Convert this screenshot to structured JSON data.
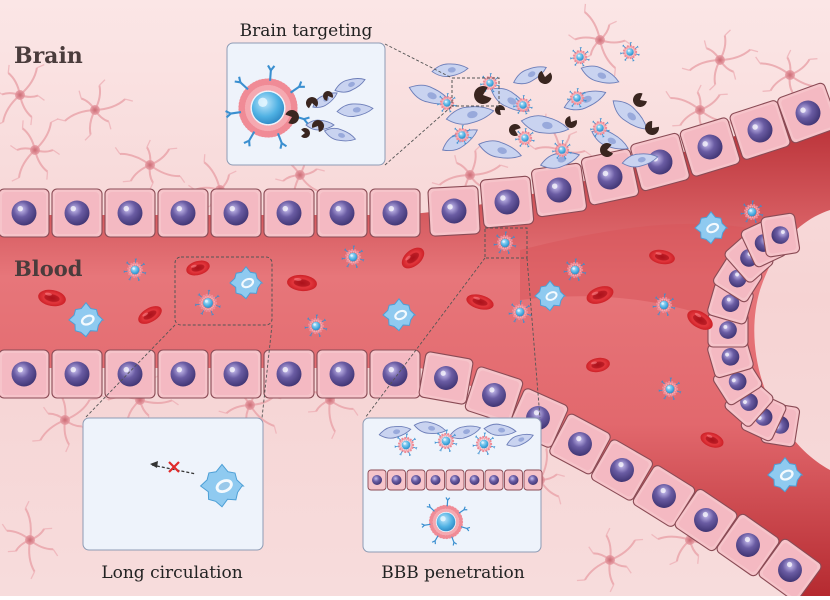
{
  "labels": {
    "brain": "Brain",
    "blood": "Blood",
    "brain_targeting": "Brain targeting",
    "long_circulation": "Long circulation",
    "bbb_penetration": "BBB penetration"
  },
  "colors": {
    "brain_tissue": "#f6d2d2",
    "blood": "#c93a3f",
    "endothelial_cell": "#f2b8c0",
    "nucleus": "#5c4f8f",
    "nanoparticle_core": "#57b6e4",
    "nanoparticle_shell": "#f08b96",
    "ligand": "#3a8fd0",
    "red_blood_cell": "#d8232a",
    "macrophage": "#6fb8e8",
    "target_cell": "#b8c6ea",
    "receptor": "#3a2620",
    "panel_background": "#eef3fb"
  },
  "icons": {
    "nanoparticle": "liposome-nanoparticle-icon",
    "red_blood_cell": "red-blood-cell-icon",
    "macrophage": "macrophage-icon",
    "neuron": "neuron-icon",
    "blocked": "blocked-x-icon"
  }
}
